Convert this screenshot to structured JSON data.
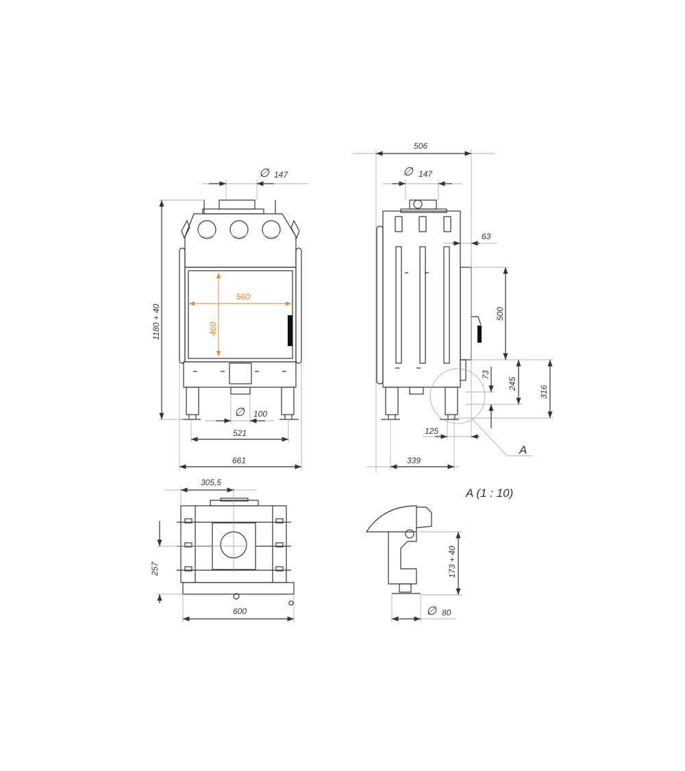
{
  "front_view": {
    "flue_diameter_symbol": "∅",
    "flue_diameter": "147",
    "height": "1180 + 40",
    "glass_width": "560",
    "glass_height": "460",
    "air_inlet_symbol": "∅",
    "air_inlet_diameter": "100",
    "leg_spacing": "521",
    "overall_width": "661"
  },
  "side_view": {
    "overall_depth": "506",
    "flue_diameter_symbol": "∅",
    "flue_diameter": "147",
    "door_offset": "63",
    "door_height": "500",
    "dim_73": "73",
    "dim_245": "245",
    "dim_316": "316",
    "dim_125": "125",
    "dim_339": "339",
    "detail_marker": "A"
  },
  "top_view": {
    "flue_offset": "305,5",
    "flue_center_depth": "257",
    "width": "600"
  },
  "detail_a": {
    "title": "A (1 : 10)",
    "leg_height": "173 + 40",
    "foot_diameter_symbol": "∅",
    "foot_diameter": "80"
  },
  "colors": {
    "line": "#333333",
    "dimension_internal": "#e8822e"
  }
}
